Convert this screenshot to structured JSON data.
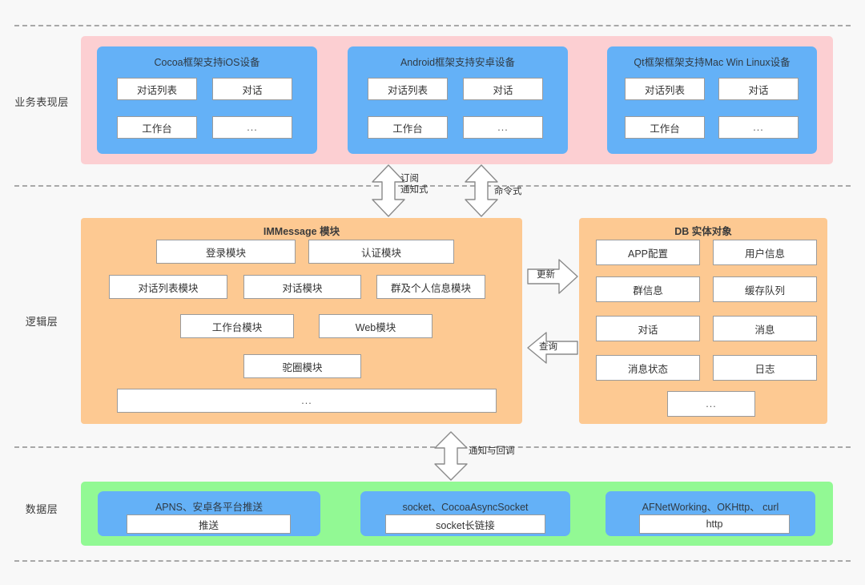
{
  "diagram": {
    "layers": [
      {
        "id": "presentation",
        "label": "业务表现层"
      },
      {
        "id": "logic",
        "label": "逻辑层"
      },
      {
        "id": "data",
        "label": "数据层"
      }
    ],
    "colors": {
      "background": "#f8f8f8",
      "presentation_panel": "#fccfd2",
      "logic_panel": "#fdc992",
      "data_panel": "#92f994",
      "card_blue": "#64b1f7",
      "item_white": "#ffffff",
      "item_border": "#9b9b9b",
      "divider": "#a8a8a8"
    },
    "presentation": {
      "cards": [
        {
          "title": "Cocoa框架支持iOS设备",
          "items": [
            "对话列表",
            "对话",
            "工作台",
            "..."
          ]
        },
        {
          "title": "Android框架支持安卓设备",
          "items": [
            "对话列表",
            "对话",
            "工作台",
            "..."
          ]
        },
        {
          "title": "Qt框架框架支持Mac Win Linux设备",
          "items": [
            "对话列表",
            "对话",
            "工作台",
            "..."
          ]
        }
      ]
    },
    "logic": {
      "immessage": {
        "title": "IMMessage 模块",
        "rows": [
          [
            "登录模块",
            "认证模块"
          ],
          [
            "对话列表模块",
            "对话模块",
            "群及个人信息模块"
          ],
          [
            "工作台模块",
            "Web模块"
          ],
          [
            "驼圈模块"
          ],
          [
            "..."
          ]
        ]
      },
      "db": {
        "title": "DB 实体对象",
        "rows": [
          [
            "APP配置",
            "用户信息"
          ],
          [
            "群信息",
            "缓存队列"
          ],
          [
            "对话",
            "消息"
          ],
          [
            "消息状态",
            "日志"
          ],
          [
            "..."
          ]
        ]
      }
    },
    "data": {
      "cards": [
        {
          "title": "APNS、安卓各平台推送",
          "item": "推送"
        },
        {
          "title": "socket、CocoaAsyncSocket",
          "item": "socket长链接"
        },
        {
          "title": "AFNetWorking、OKHttp、 curl",
          "item": "http"
        }
      ]
    },
    "arrows": [
      {
        "id": "subscribe",
        "name": "subscribe-notify-arrow",
        "label": "订阅\n通知式",
        "direction": "bidirectional-vertical"
      },
      {
        "id": "command",
        "name": "command-arrow",
        "label": "命令式",
        "direction": "bidirectional-vertical"
      },
      {
        "id": "update",
        "name": "update-arrow",
        "label": "更新",
        "direction": "right"
      },
      {
        "id": "query",
        "name": "query-arrow",
        "label": "查询",
        "direction": "left"
      },
      {
        "id": "notify",
        "name": "notify-callback-arrow",
        "label": "通知与回调",
        "direction": "bidirectional-vertical"
      }
    ]
  }
}
